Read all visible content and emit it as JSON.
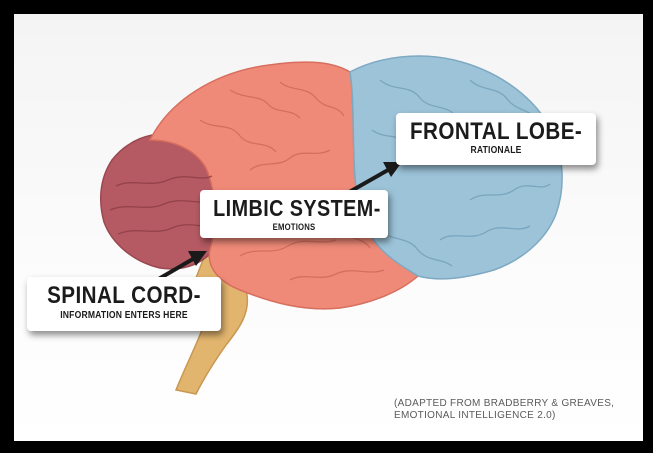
{
  "labels": {
    "frontal_lobe": {
      "title": "FRONTAL LOBE-",
      "subtitle": "RATIONALE"
    },
    "limbic_system": {
      "title": "LIMBIC SYSTEM-",
      "subtitle": "EMOTIONS"
    },
    "spinal_cord": {
      "title": "SPINAL CORD-",
      "subtitle": "INFORMATION ENTERS HERE"
    }
  },
  "citation": {
    "line1": "(ADAPTED FROM BRADBERRY & GREAVES,",
    "line2": "EMOTIONAL INTELLIGENCE 2.0)"
  },
  "colors": {
    "frontal_lobe": "#9cc3d8",
    "limbic_system": "#f08a78",
    "hindbrain": "#b55a62",
    "spinal_cord": "#e2b56e",
    "frame": "#000000"
  }
}
